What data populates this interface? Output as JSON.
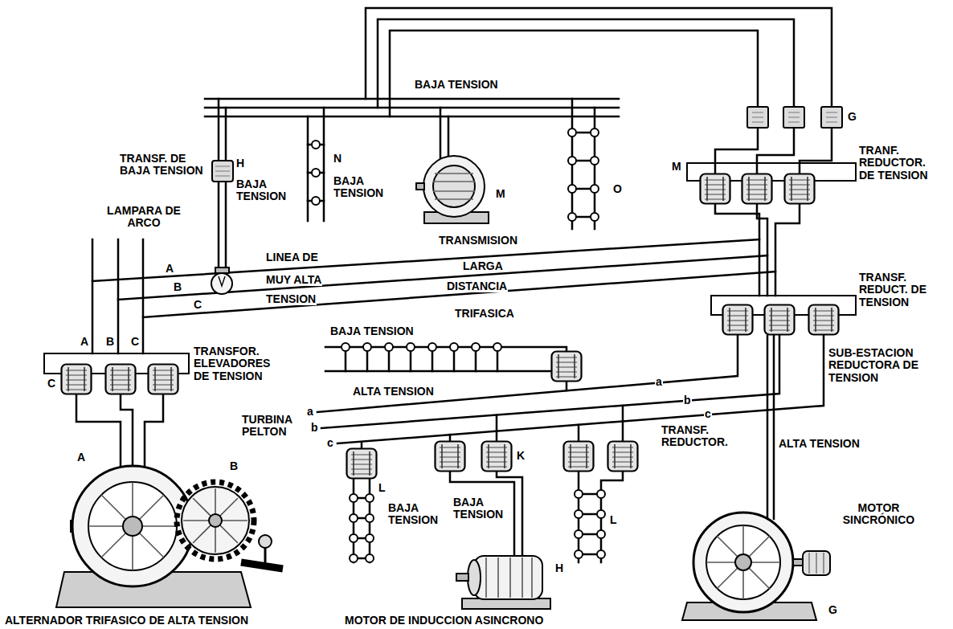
{
  "diagram": {
    "labels": [
      "BAJA TENSION",
      "G",
      "TRANF. REDUCTOR. DE TENSION",
      "M",
      "TRANSF. DE BAJA TENSION",
      "H",
      "BAJA TENSION",
      "LAMPARA DE ARCO",
      "N",
      "BAJA TENSION",
      "M",
      "O",
      "TRANSMISION",
      "LINEA DE",
      "LARGA",
      "MUY ALTA",
      "DISTANCIA",
      "TENSION",
      "TRIFASICA",
      "A",
      "B",
      "C",
      "A",
      "B",
      "C",
      "TRANSF. REDUCT. DE TENSION",
      "TRANSFOR. ELEVADORES DE TENSION",
      "C",
      "BAJA TENSION",
      "ALTA TENSION",
      "SUB-ESTACION REDUCTORA DE TENSION",
      "a",
      "b",
      "c",
      "a",
      "b",
      "c",
      "TRANSF. REDUCTOR.",
      "ALTA TENSION",
      "TURBINA PELTON",
      "A",
      "B",
      "L",
      "BAJA TENSION",
      "K",
      "BAJA TENSION",
      "L",
      "MOTOR SINCRÓNICO",
      "H",
      "G",
      "ALTERNADOR TRIFASICO DE ALTA TENSION",
      "MOTOR DE INDUCCION ASINCRONO"
    ]
  }
}
